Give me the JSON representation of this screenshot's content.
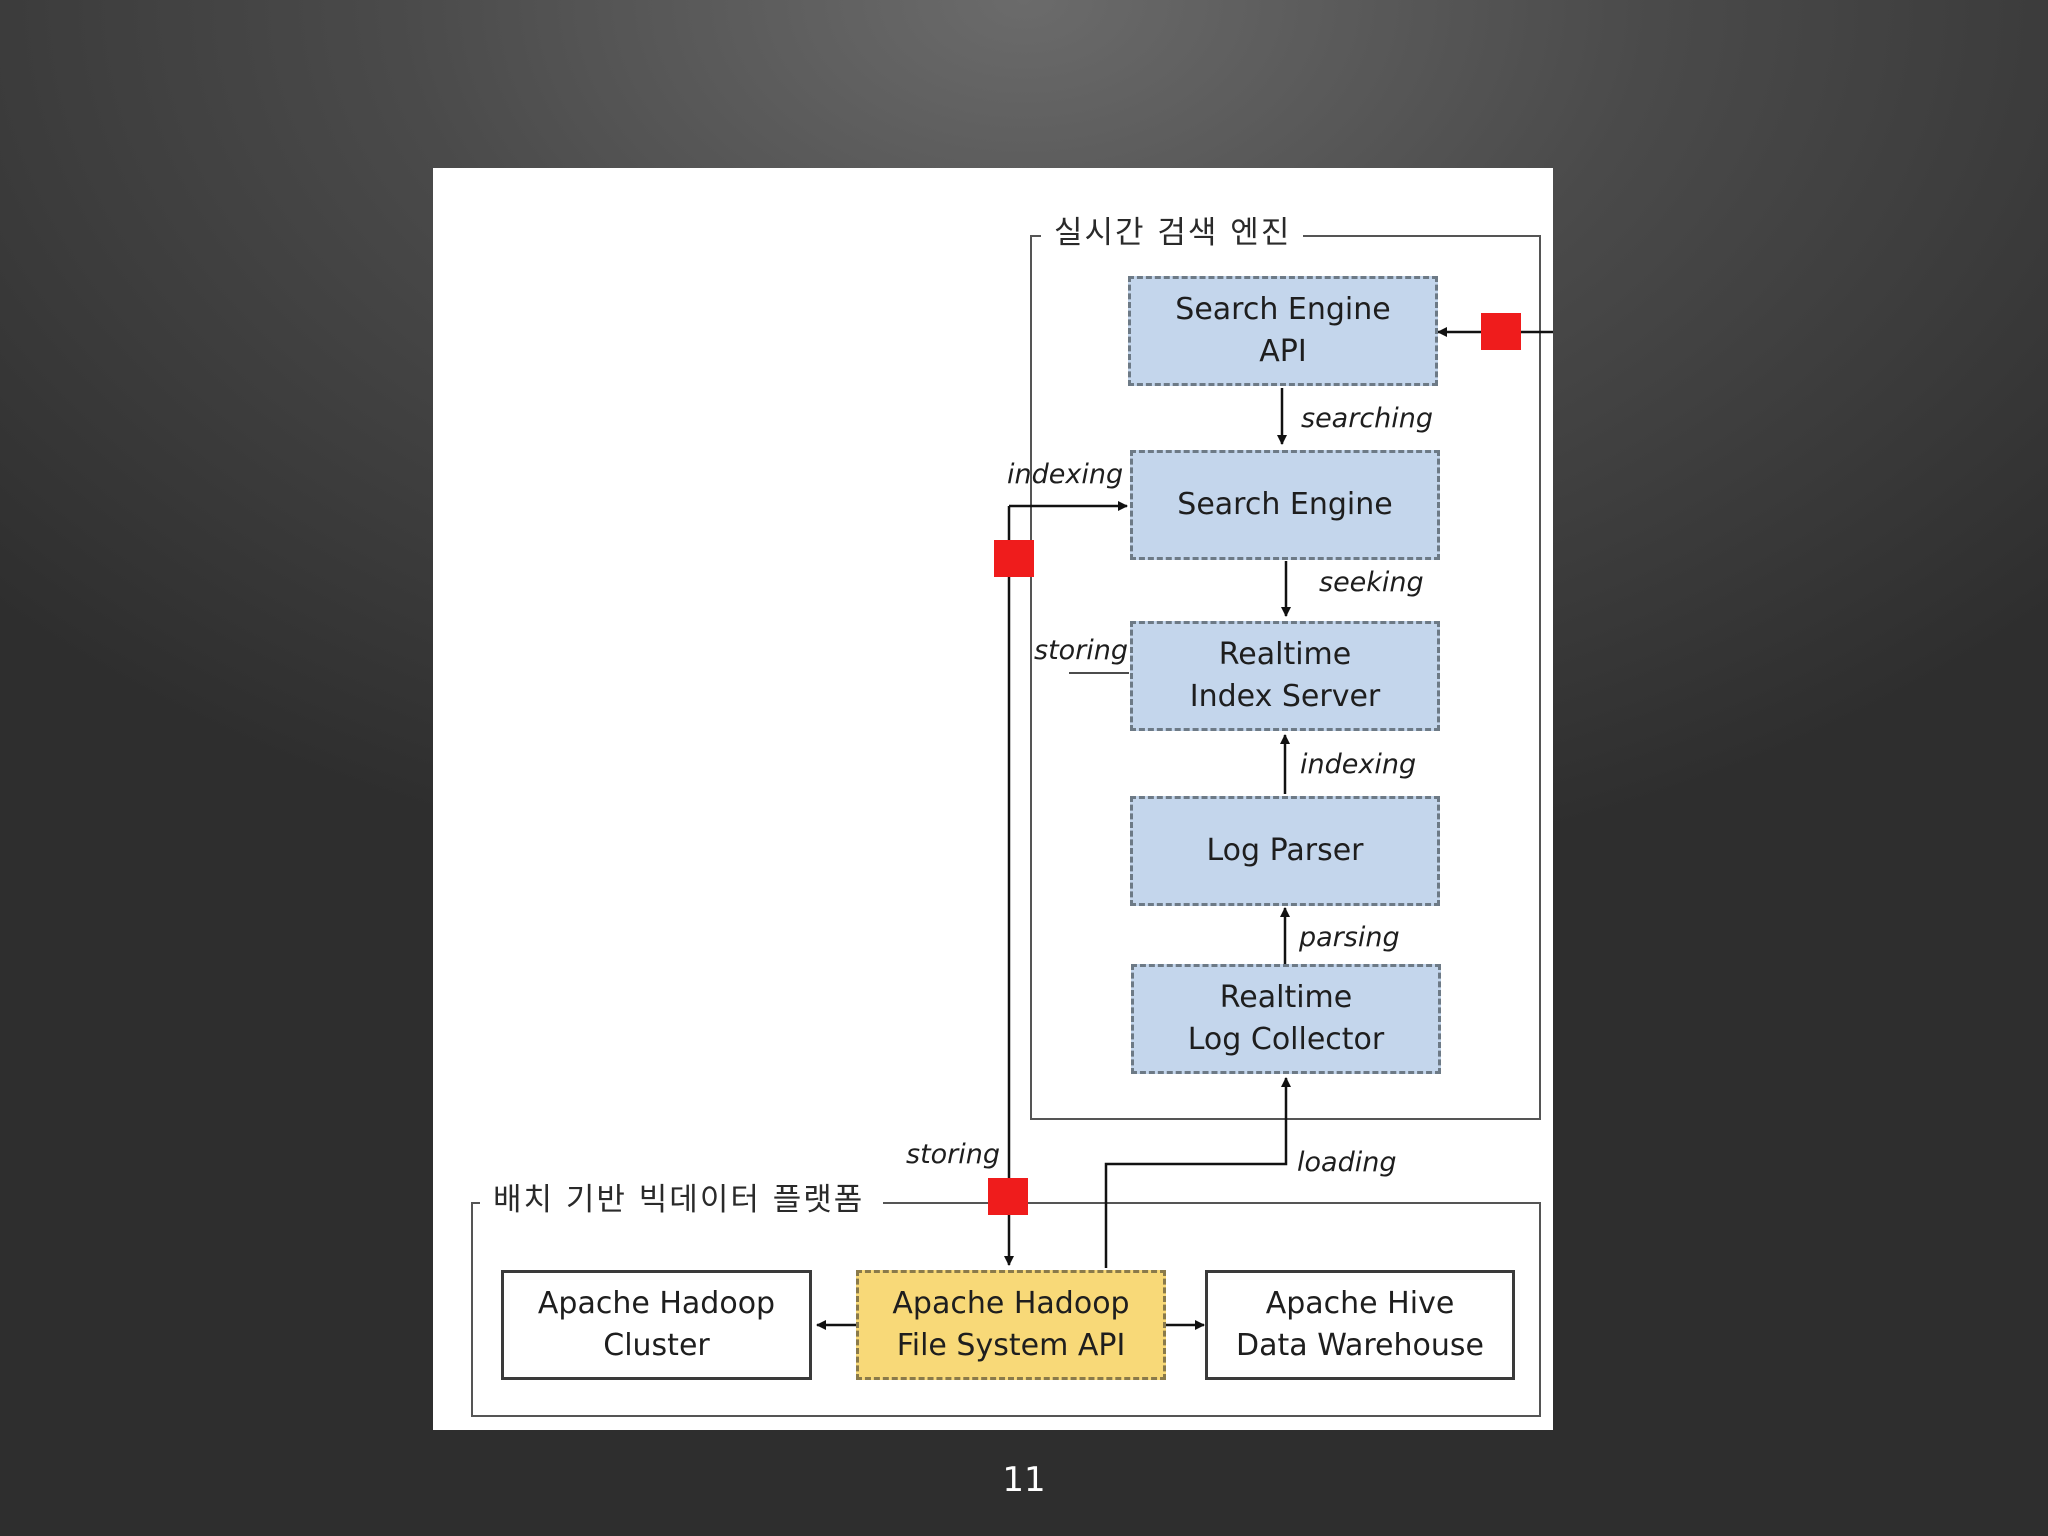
{
  "groups": {
    "realtime": {
      "label": "실시간 검색 엔진"
    },
    "batch": {
      "label": "배치 기반 빅데이터 플랫폼"
    }
  },
  "nodes": {
    "search_engine_api": "Search Engine\nAPI",
    "search_engine": "Search Engine",
    "realtime_index_server": "Realtime\nIndex Server",
    "log_parser": "Log Parser",
    "realtime_log_collector": "Realtime\nLog Collector",
    "hadoop_cluster": "Apache Hadoop\nCluster",
    "hdfs_api": "Apache Hadoop\nFile System API",
    "hive_dw": "Apache Hive\nData Warehouse"
  },
  "edges": {
    "searching": "searching",
    "seeking": "seeking",
    "indexing_top": "indexing",
    "storing_top": "storing",
    "indexing": "indexing",
    "parsing": "parsing",
    "storing_bottom": "storing",
    "loading": "loading"
  },
  "colors": {
    "node_blue": "#c4d6ec",
    "node_yellow": "#f8d978",
    "marker_red": "#ef1c1c"
  },
  "page_number": "11"
}
